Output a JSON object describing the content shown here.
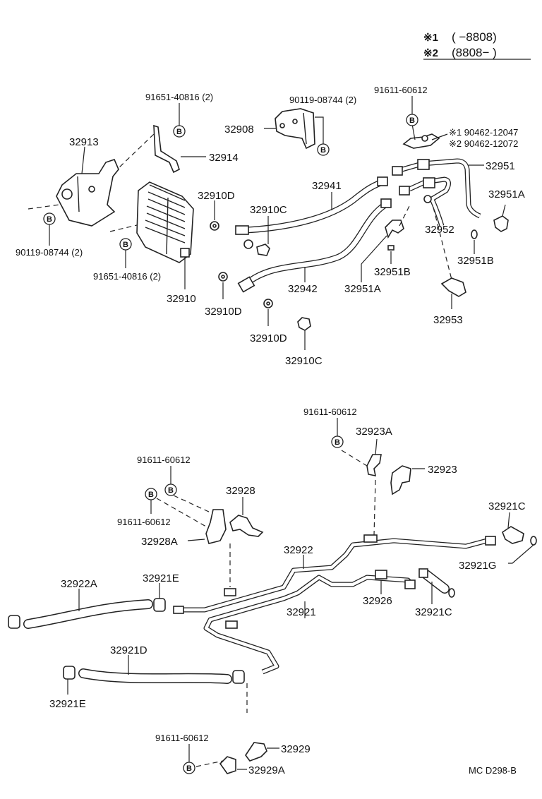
{
  "legend": {
    "line1_mark": "※1",
    "line1_range": "(      −8808)",
    "line2_mark": "※2",
    "line2_range": "(8808−      )"
  },
  "labels": {
    "p91651_40816_top": "91651-40816 (2)",
    "p90119_08744_top": "90119-08744 (2)",
    "p91611_60612_top": "91611-60612",
    "p32913": "32913",
    "p32914": "32914",
    "p32908": "32908",
    "p1_90462_12047": "※1 90462-12047",
    "p2_90462_12072": "※2 90462-12072",
    "p32951": "32951",
    "p32941": "32941",
    "p32910D_a": "32910D",
    "p32910C_a": "32910C",
    "p32951A_right": "32951A",
    "p32952": "32952",
    "p90119_08744_left": "90119-08744 (2)",
    "p91651_40816_mid": "91651-40816 (2)",
    "p32951B_right": "32951B",
    "p32951B_mid": "32951B",
    "p32942": "32942",
    "p32951A_mid": "32951A",
    "p32910": "32910",
    "p32910D_b": "32910D",
    "p32953": "32953",
    "p32910D_c": "32910D",
    "p32910C_b": "32910C",
    "p91611_60612_lowtop": "91611-60612",
    "p32923A": "32923A",
    "p32923": "32923",
    "p91611_60612_lowleft1": "91611-60612",
    "p32928": "32928",
    "p91611_60612_lowleft2": "91611-60612",
    "p32928A": "32928A",
    "p32921C_top": "32921C",
    "p32922": "32922",
    "p32921G": "32921G",
    "p32922A": "32922A",
    "p32921E_top": "32921E",
    "p32926": "32926",
    "p32921": "32921",
    "p32921C_bottom": "32921C",
    "p32921D": "32921D",
    "p32921E_bottom": "32921E",
    "p91611_60612_bottom": "91611-60612",
    "p32929": "32929",
    "p32929A": "32929A",
    "footer_code": "MC  D298-B"
  },
  "bolt_symbol": "B"
}
